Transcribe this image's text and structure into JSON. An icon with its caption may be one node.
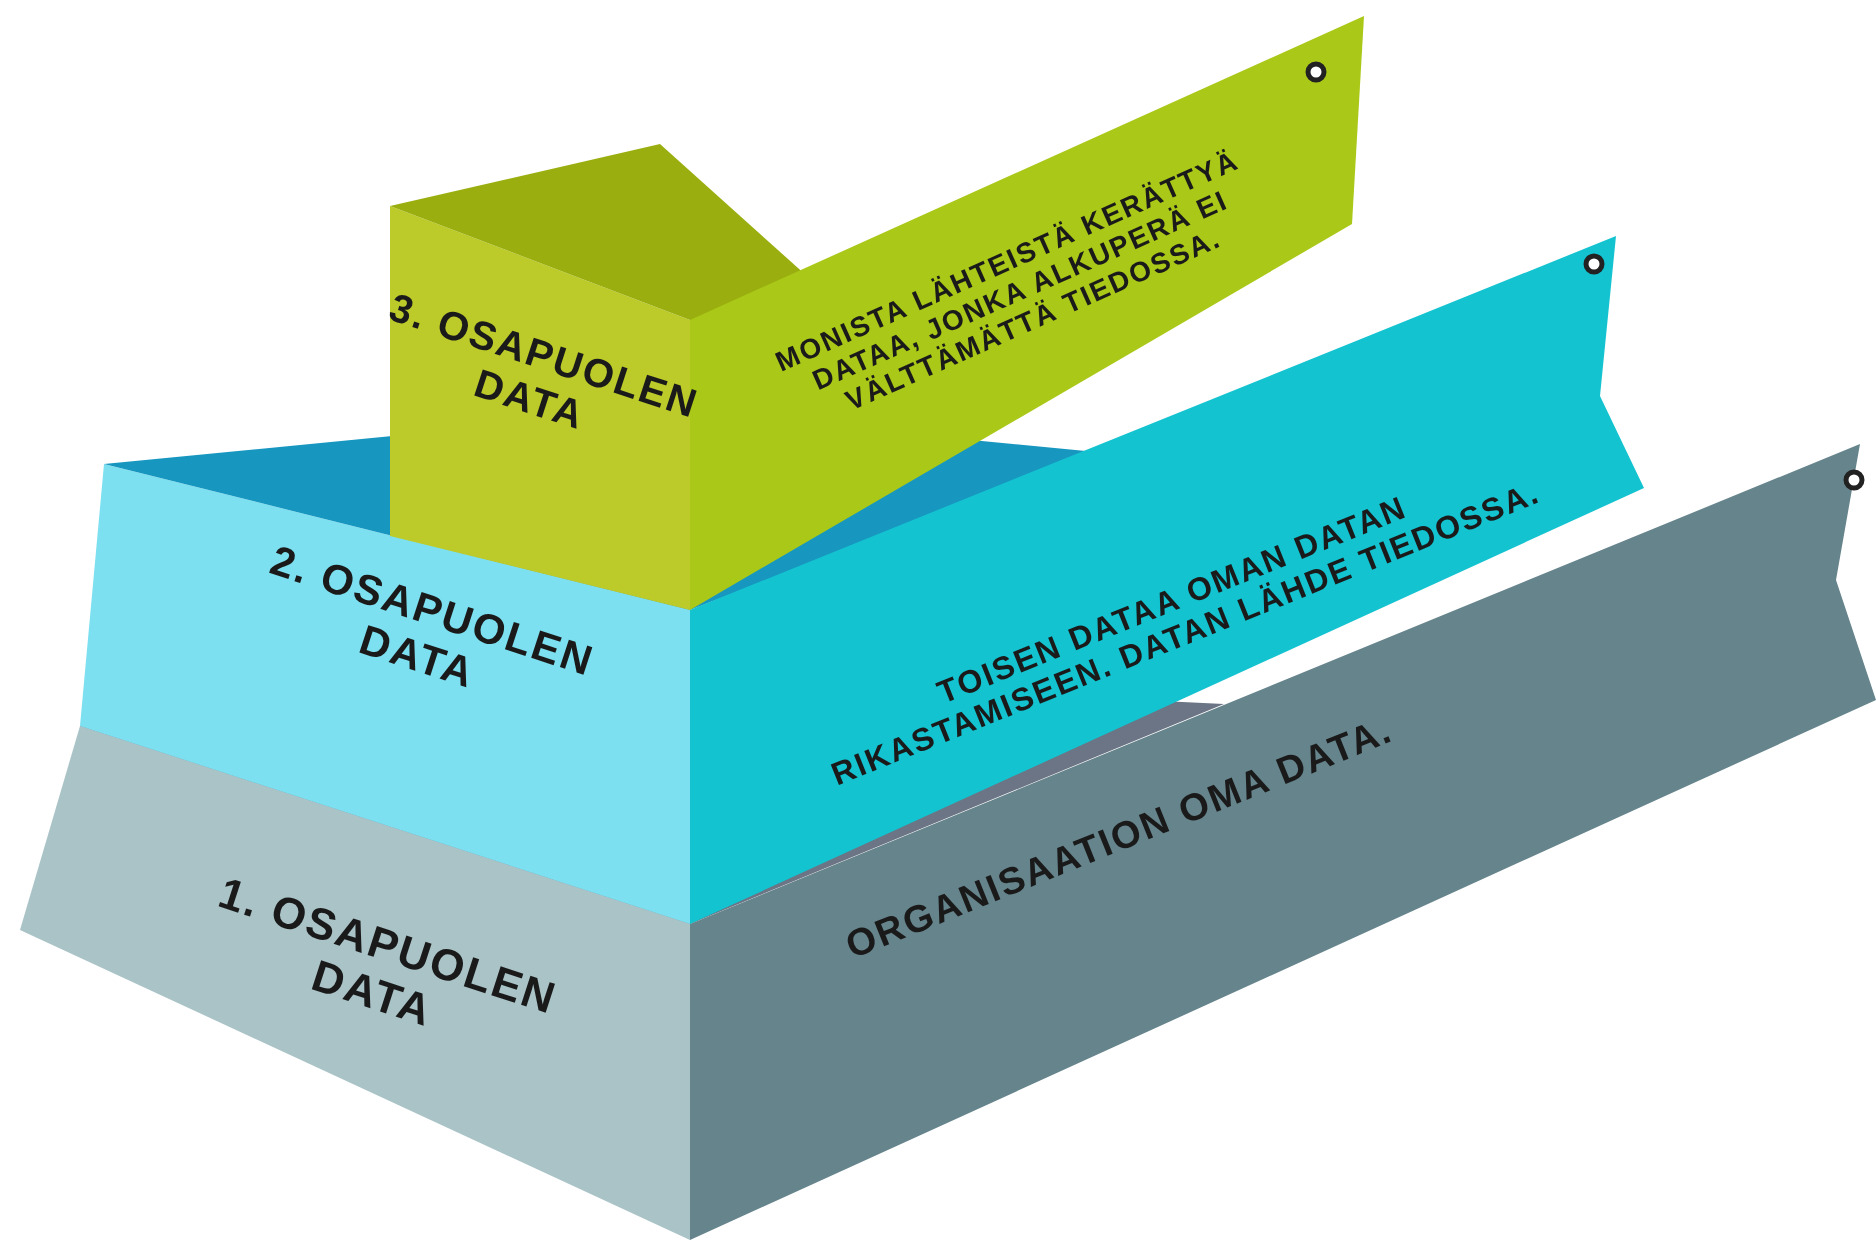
{
  "diagram": {
    "nodes": [
      {
        "text": [
          "3. OSAPUOLEN DATA",
          "MONISTA LÄHTEISTÄ KERÄTTYÄ DATAA, JONKA ALKUPERÄ EI VÄLTTÄMÄTTÄ TIEDOSSA."
        ]
      },
      {
        "text": [
          "2. OSAPUOLEN DATA",
          "TOISEN DATAA OMAN DATAN RIKASTAMISEEN. DATAN LÄHDE TIEDOSSA."
        ]
      },
      {
        "text": [
          "1. OSAPUOLEN DATA",
          "ORGANISAATION OMA DATA."
        ]
      }
    ]
  }
}
